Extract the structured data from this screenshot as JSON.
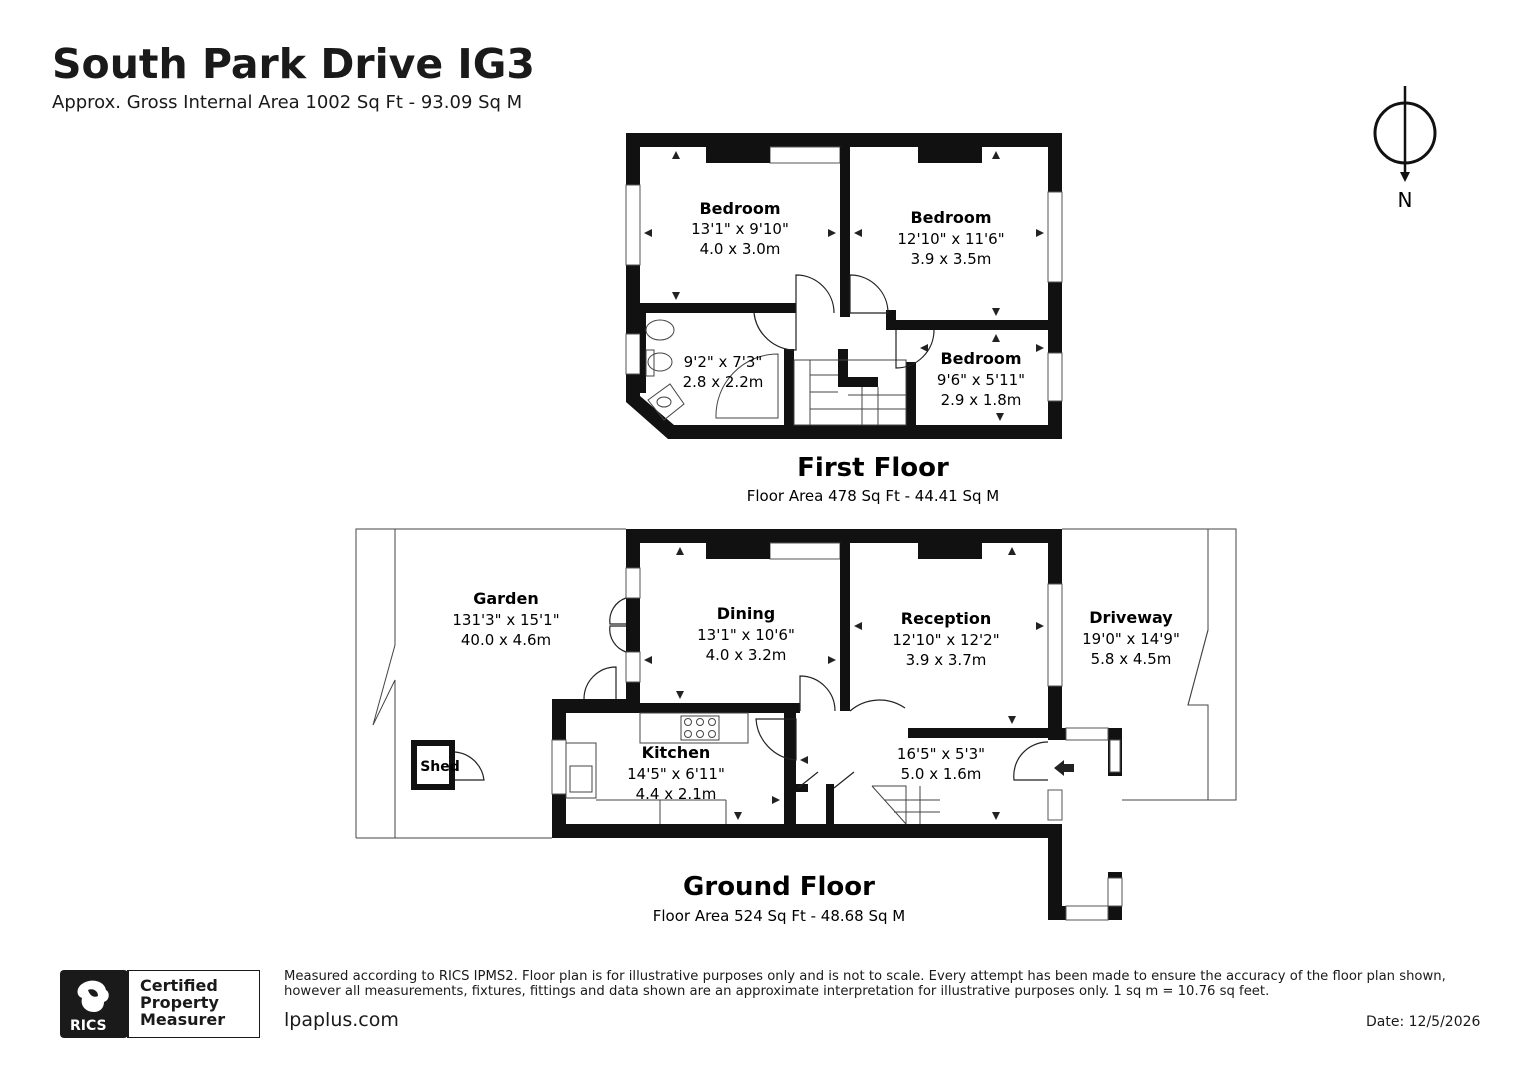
{
  "header": {
    "title": "South Park Drive IG3",
    "subtitle": "Approx. Gross Internal Area 1002 Sq Ft - 93.09 Sq M"
  },
  "compass": {
    "label": "N"
  },
  "first_floor": {
    "title": "First Floor",
    "area": "Floor Area 478 Sq Ft - 44.41 Sq M",
    "rooms": [
      {
        "name": "Bedroom",
        "imperial": "13'1\" x 9'10\"",
        "metric": "4.0 x 3.0m"
      },
      {
        "name": "Bedroom",
        "imperial": "12'10\" x 11'6\"",
        "metric": "3.9 x 3.5m"
      },
      {
        "name": "Bedroom",
        "imperial": "9'6\" x 5'11\"",
        "metric": "2.9 x 1.8m"
      },
      {
        "name": "",
        "imperial": "9'2\" x 7'3\"",
        "metric": "2.8 x 2.2m"
      }
    ]
  },
  "ground_floor": {
    "title": "Ground Floor",
    "area": "Floor Area 524 Sq Ft - 48.68 Sq M",
    "rooms": [
      {
        "name": "Garden",
        "imperial": "131'3\" x 15'1\"",
        "metric": "40.0 x 4.6m"
      },
      {
        "name": "Dining",
        "imperial": "13'1\" x 10'6\"",
        "metric": "4.0 x 3.2m"
      },
      {
        "name": "Reception",
        "imperial": "12'10\" x 12'2\"",
        "metric": "3.9 x 3.7m"
      },
      {
        "name": "Driveway",
        "imperial": "19'0\" x 14'9\"",
        "metric": "5.8 x 4.5m"
      },
      {
        "name": "Kitchen",
        "imperial": "14'5\" x 6'11\"",
        "metric": "4.4 x 2.1m"
      },
      {
        "name": "",
        "imperial": "16'5\" x 5'3\"",
        "metric": "5.0 x 1.6m"
      },
      {
        "name": "Shed",
        "imperial": "",
        "metric": ""
      }
    ]
  },
  "footer": {
    "disclaimer_line1": "Measured according to RICS IPMS2. Floor plan is for illustrative purposes only and is not to scale. Every attempt has been made to ensure the accuracy of the floor plan shown,",
    "disclaimer_line2": "however all measurements, fixtures, fittings and data shown are an approximate interpretation for illustrative purposes only. 1 sq m = 10.76 sq feet.",
    "website": "lpaplus.com",
    "date": "Date: 12/5/2026",
    "rics_label": "RICS",
    "cert_line1": "Certified",
    "cert_line2": "Property",
    "cert_line3": "Measurer"
  }
}
